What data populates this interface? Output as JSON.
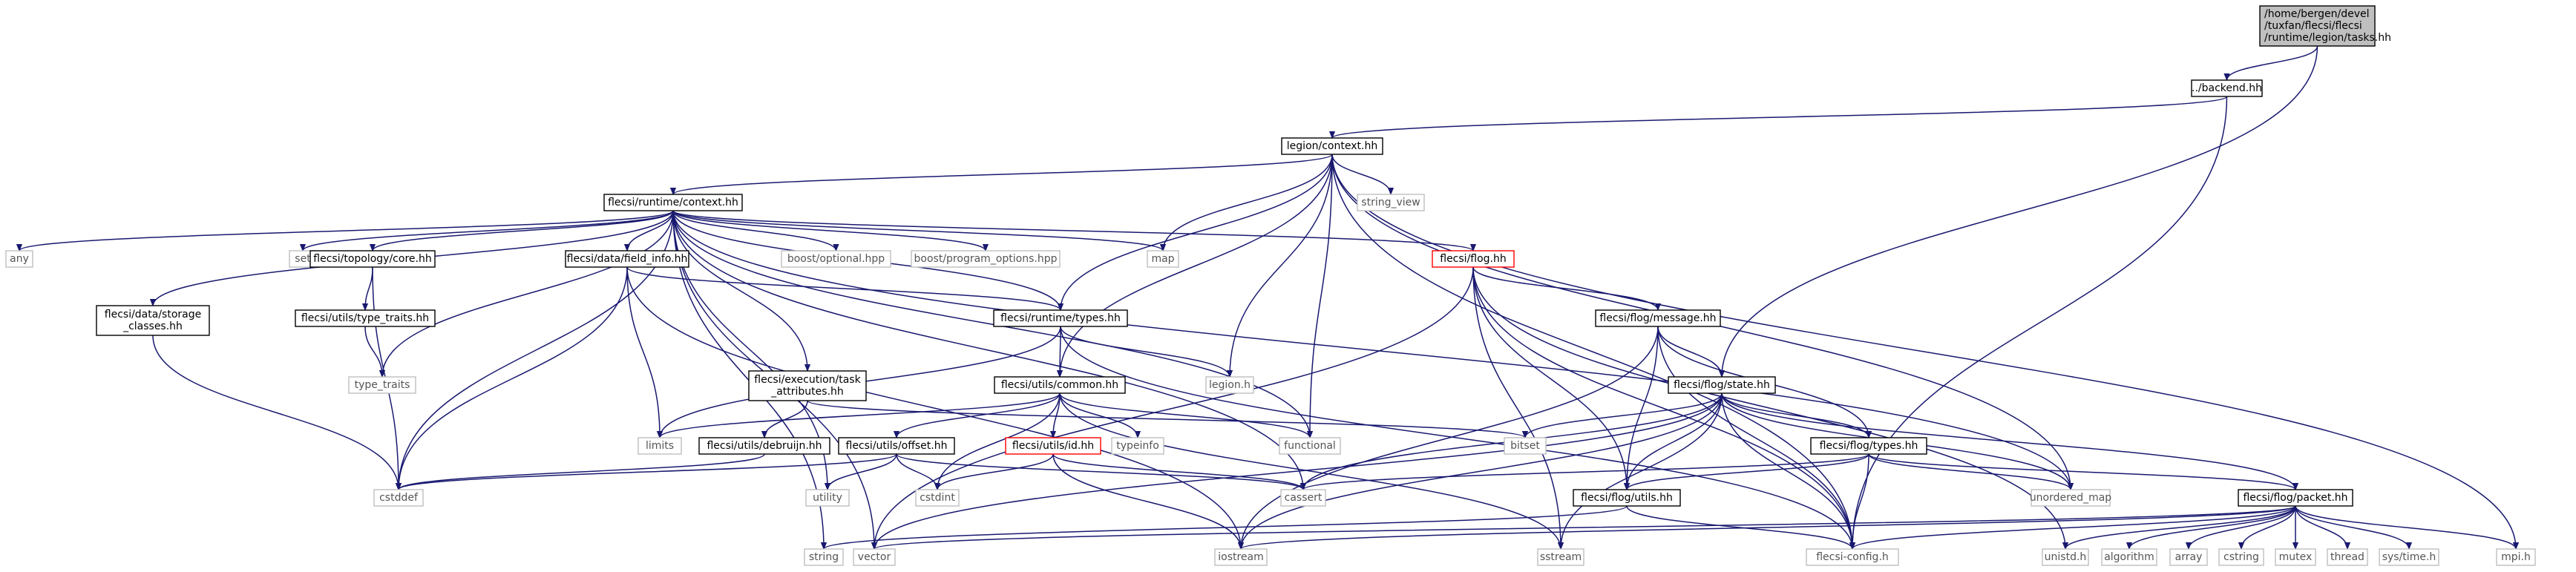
{
  "graph": {
    "nodes": [
      {
        "id": "tasks",
        "lines": [
          "/home/bergen/devel",
          "/tuxfan/flecsi/flecsi",
          "/runtime/legion/tasks.hh"
        ],
        "kind": "root"
      },
      {
        "id": "backend",
        "lines": [
          "../backend.hh"
        ],
        "kind": "local"
      },
      {
        "id": "legion_context",
        "lines": [
          "legion/context.hh"
        ],
        "kind": "local"
      },
      {
        "id": "runtime_context",
        "lines": [
          "flecsi/runtime/context.hh"
        ],
        "kind": "local"
      },
      {
        "id": "string_view",
        "lines": [
          "string_view"
        ],
        "kind": "system"
      },
      {
        "id": "map",
        "lines": [
          "map"
        ],
        "kind": "system"
      },
      {
        "id": "any",
        "lines": [
          "any"
        ],
        "kind": "system"
      },
      {
        "id": "set",
        "lines": [
          "set"
        ],
        "kind": "system"
      },
      {
        "id": "topology_core",
        "lines": [
          "flecsi/topology/core.hh"
        ],
        "kind": "local"
      },
      {
        "id": "field_info",
        "lines": [
          "flecsi/data/field_info.hh"
        ],
        "kind": "local"
      },
      {
        "id": "boost_optional",
        "lines": [
          "boost/optional.hpp"
        ],
        "kind": "system"
      },
      {
        "id": "boost_program_options",
        "lines": [
          "boost/program_options.hpp"
        ],
        "kind": "system"
      },
      {
        "id": "flog",
        "lines": [
          "flecsi/flog.hh"
        ],
        "kind": "missing"
      },
      {
        "id": "storage_classes",
        "lines": [
          "flecsi/data/storage",
          "_classes.hh"
        ],
        "kind": "local"
      },
      {
        "id": "type_traits_hh",
        "lines": [
          "flecsi/utils/type_traits.hh"
        ],
        "kind": "local"
      },
      {
        "id": "runtime_types",
        "lines": [
          "flecsi/runtime/types.hh"
        ],
        "kind": "local"
      },
      {
        "id": "flog_message",
        "lines": [
          "flecsi/flog/message.hh"
        ],
        "kind": "local"
      },
      {
        "id": "type_traits",
        "lines": [
          "type_traits"
        ],
        "kind": "system"
      },
      {
        "id": "task_attributes",
        "lines": [
          "flecsi/execution/task",
          "_attributes.hh"
        ],
        "kind": "local"
      },
      {
        "id": "legion_h",
        "lines": [
          "legion.h"
        ],
        "kind": "system"
      },
      {
        "id": "flog_state",
        "lines": [
          "flecsi/flog/state.hh"
        ],
        "kind": "local"
      },
      {
        "id": "utils_common",
        "lines": [
          "flecsi/utils/common.hh"
        ],
        "kind": "local"
      },
      {
        "id": "limits",
        "lines": [
          "limits"
        ],
        "kind": "system"
      },
      {
        "id": "functional",
        "lines": [
          "functional"
        ],
        "kind": "system"
      },
      {
        "id": "bitset",
        "lines": [
          "bitset"
        ],
        "kind": "system"
      },
      {
        "id": "debruijn",
        "lines": [
          "flecsi/utils/debruijn.hh"
        ],
        "kind": "local"
      },
      {
        "id": "offset",
        "lines": [
          "flecsi/utils/offset.hh"
        ],
        "kind": "local"
      },
      {
        "id": "utils_id",
        "lines": [
          "flecsi/utils/id.hh"
        ],
        "kind": "missing"
      },
      {
        "id": "typeinfo",
        "lines": [
          "typeinfo"
        ],
        "kind": "system"
      },
      {
        "id": "flog_types",
        "lines": [
          "flecsi/flog/types.hh"
        ],
        "kind": "local"
      },
      {
        "id": "cassert",
        "lines": [
          "cassert"
        ],
        "kind": "system"
      },
      {
        "id": "unordered_map",
        "lines": [
          "unordered_map"
        ],
        "kind": "system"
      },
      {
        "id": "cstddef",
        "lines": [
          "cstddef"
        ],
        "kind": "system"
      },
      {
        "id": "utility",
        "lines": [
          "utility"
        ],
        "kind": "system"
      },
      {
        "id": "cstdint",
        "lines": [
          "cstdint"
        ],
        "kind": "system"
      },
      {
        "id": "flog_utils",
        "lines": [
          "flecsi/flog/utils.hh"
        ],
        "kind": "local"
      },
      {
        "id": "flog_packet",
        "lines": [
          "flecsi/flog/packet.hh"
        ],
        "kind": "local"
      },
      {
        "id": "string",
        "lines": [
          "string"
        ],
        "kind": "system"
      },
      {
        "id": "vector",
        "lines": [
          "vector"
        ],
        "kind": "system"
      },
      {
        "id": "iostream",
        "lines": [
          "iostream"
        ],
        "kind": "system"
      },
      {
        "id": "sstream",
        "lines": [
          "sstream"
        ],
        "kind": "system"
      },
      {
        "id": "flecsi_config",
        "lines": [
          "flecsi-config.h"
        ],
        "kind": "system"
      },
      {
        "id": "unistd",
        "lines": [
          "unistd.h"
        ],
        "kind": "system"
      },
      {
        "id": "algorithm",
        "lines": [
          "algorithm"
        ],
        "kind": "system"
      },
      {
        "id": "array",
        "lines": [
          "array"
        ],
        "kind": "system"
      },
      {
        "id": "cstring",
        "lines": [
          "cstring"
        ],
        "kind": "system"
      },
      {
        "id": "mutex",
        "lines": [
          "mutex"
        ],
        "kind": "system"
      },
      {
        "id": "thread",
        "lines": [
          "thread"
        ],
        "kind": "system"
      },
      {
        "id": "sys_time",
        "lines": [
          "sys/time.h"
        ],
        "kind": "system"
      },
      {
        "id": "mpi",
        "lines": [
          "mpi.h"
        ],
        "kind": "system"
      }
    ],
    "edges": [
      [
        "tasks",
        "backend"
      ],
      [
        "tasks",
        "flog_state"
      ],
      [
        "backend",
        "legion_context"
      ],
      [
        "backend",
        "flecsi_config"
      ],
      [
        "legion_context",
        "runtime_context"
      ],
      [
        "legion_context",
        "string_view"
      ],
      [
        "legion_context",
        "map"
      ],
      [
        "legion_context",
        "runtime_types"
      ],
      [
        "legion_context",
        "utils_common"
      ],
      [
        "legion_context",
        "legion_h"
      ],
      [
        "legion_context",
        "functional"
      ],
      [
        "legion_context",
        "unordered_map"
      ],
      [
        "legion_context",
        "flecsi_config"
      ],
      [
        "legion_context",
        "mpi"
      ],
      [
        "runtime_context",
        "any"
      ],
      [
        "runtime_context",
        "set"
      ],
      [
        "runtime_context",
        "topology_core"
      ],
      [
        "runtime_context",
        "field_info"
      ],
      [
        "runtime_context",
        "boost_optional"
      ],
      [
        "runtime_context",
        "boost_program_options"
      ],
      [
        "runtime_context",
        "map"
      ],
      [
        "runtime_context",
        "flog"
      ],
      [
        "runtime_context",
        "storage_classes"
      ],
      [
        "runtime_context",
        "runtime_types"
      ],
      [
        "runtime_context",
        "type_traits"
      ],
      [
        "runtime_context",
        "task_attributes"
      ],
      [
        "runtime_context",
        "cstddef"
      ],
      [
        "runtime_context",
        "string"
      ],
      [
        "runtime_context",
        "vector"
      ],
      [
        "runtime_context",
        "utility"
      ],
      [
        "runtime_context",
        "functional"
      ],
      [
        "runtime_context",
        "cassert"
      ],
      [
        "runtime_context",
        "unordered_map"
      ],
      [
        "topology_core",
        "type_traits_hh"
      ],
      [
        "topology_core",
        "cstddef"
      ],
      [
        "type_traits_hh",
        "type_traits"
      ],
      [
        "field_info",
        "runtime_types"
      ],
      [
        "field_info",
        "limits"
      ],
      [
        "field_info",
        "cstddef"
      ],
      [
        "field_info",
        "iostream"
      ],
      [
        "storage_classes",
        "cstddef"
      ],
      [
        "runtime_types",
        "utils_common"
      ],
      [
        "runtime_types",
        "limits"
      ],
      [
        "runtime_types",
        "legion_h"
      ],
      [
        "runtime_types",
        "flecsi_config"
      ],
      [
        "flog",
        "flog_message"
      ],
      [
        "flog",
        "flog_utils"
      ],
      [
        "flog",
        "flecsi_config"
      ],
      [
        "flog",
        "sstream"
      ],
      [
        "flog",
        "unistd"
      ],
      [
        "flog",
        "vector"
      ],
      [
        "flog_message",
        "flog_state"
      ],
      [
        "flog_message",
        "flog_utils"
      ],
      [
        "flog_message",
        "flog_types"
      ],
      [
        "flog_message",
        "iostream"
      ],
      [
        "flog_message",
        "flecsi_config"
      ],
      [
        "flog_state",
        "bitset"
      ],
      [
        "flog_state",
        "flog_types"
      ],
      [
        "flog_state",
        "flog_utils"
      ],
      [
        "flog_state",
        "flog_packet"
      ],
      [
        "flog_state",
        "cassert"
      ],
      [
        "flog_state",
        "unordered_map"
      ],
      [
        "flog_state",
        "flecsi_config"
      ],
      [
        "flog_state",
        "sstream"
      ],
      [
        "flog_state",
        "vector"
      ],
      [
        "flog_state",
        "iostream"
      ],
      [
        "task_attributes",
        "debruijn"
      ],
      [
        "task_attributes",
        "bitset"
      ],
      [
        "debruijn",
        "cstddef"
      ],
      [
        "utils_common",
        "limits"
      ],
      [
        "utils_common",
        "offset"
      ],
      [
        "utils_common",
        "utils_id"
      ],
      [
        "utils_common",
        "typeinfo"
      ],
      [
        "utils_common",
        "functional"
      ],
      [
        "utils_common",
        "cstdint"
      ],
      [
        "utils_common",
        "sstream"
      ],
      [
        "offset",
        "utility"
      ],
      [
        "offset",
        "cstdint"
      ],
      [
        "offset",
        "cstddef"
      ],
      [
        "offset",
        "cassert"
      ],
      [
        "utils_id",
        "cassert"
      ],
      [
        "utils_id",
        "cstdint"
      ],
      [
        "utils_id",
        "iostream"
      ],
      [
        "flog_types",
        "cassert"
      ],
      [
        "flog_types",
        "flog_utils"
      ],
      [
        "flog_types",
        "unordered_map"
      ],
      [
        "flog_types",
        "flecsi_config"
      ],
      [
        "flog_types",
        "flog_packet"
      ],
      [
        "flog_utils",
        "string"
      ],
      [
        "flog_utils",
        "flecsi_config"
      ],
      [
        "flog_packet",
        "flecsi_config"
      ],
      [
        "flog_packet",
        "iostream"
      ],
      [
        "flog_packet",
        "unistd"
      ],
      [
        "flog_packet",
        "algorithm"
      ],
      [
        "flog_packet",
        "array"
      ],
      [
        "flog_packet",
        "cstring"
      ],
      [
        "flog_packet",
        "mutex"
      ],
      [
        "flog_packet",
        "thread"
      ],
      [
        "flog_packet",
        "sys_time"
      ],
      [
        "flog_packet",
        "mpi"
      ],
      [
        "flog_packet",
        "vector"
      ]
    ]
  }
}
